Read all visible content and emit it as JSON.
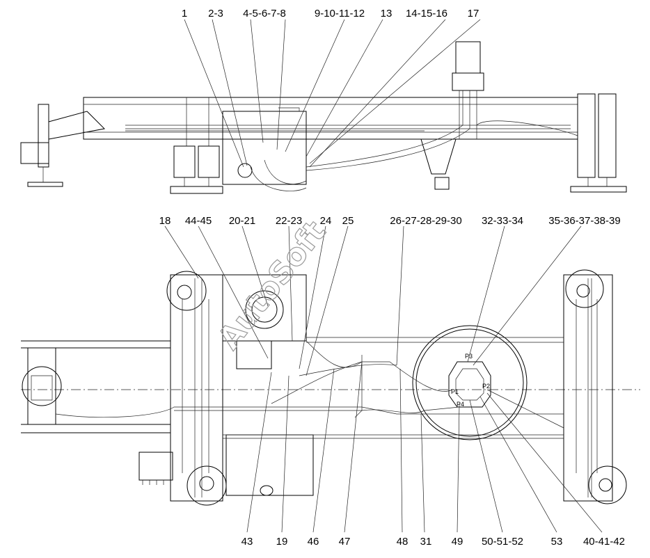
{
  "watermark": "AutoSoft",
  "top_view": {
    "callouts": [
      "1",
      "2-3",
      "4-5-6-7-8",
      "9-10-11-12",
      "13",
      "14-15-16",
      "17"
    ]
  },
  "bottom_view": {
    "top_callouts": [
      "18",
      "44-45",
      "20-21",
      "22-23",
      "24",
      "25",
      "26-27-28-29-30",
      "32-33-34",
      "35-36-37-38-39"
    ],
    "bottom_callouts": [
      "43",
      "19",
      "46",
      "47",
      "48",
      "31",
      "49",
      "50-51-52",
      "53",
      "40-41-42"
    ],
    "valve_ports": [
      "P1",
      "P2",
      "P3",
      "P4"
    ]
  }
}
